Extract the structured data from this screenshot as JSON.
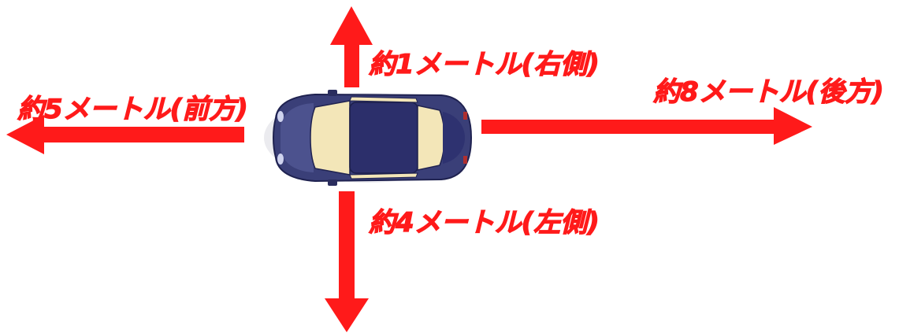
{
  "diagram": {
    "labels": {
      "right_side": "約1メートル(右側)",
      "front": "約5メートル(前方)",
      "rear": "約8メートル(後方)",
      "left_side": "約4メートル(左側)"
    },
    "colors": {
      "arrow": "#ff1a1a",
      "car_body": "#3a3f78",
      "car_roof": "#2c2f6b",
      "car_glass": "#f3e6b8"
    },
    "icons": {
      "car": "car-top-view-icon"
    }
  }
}
